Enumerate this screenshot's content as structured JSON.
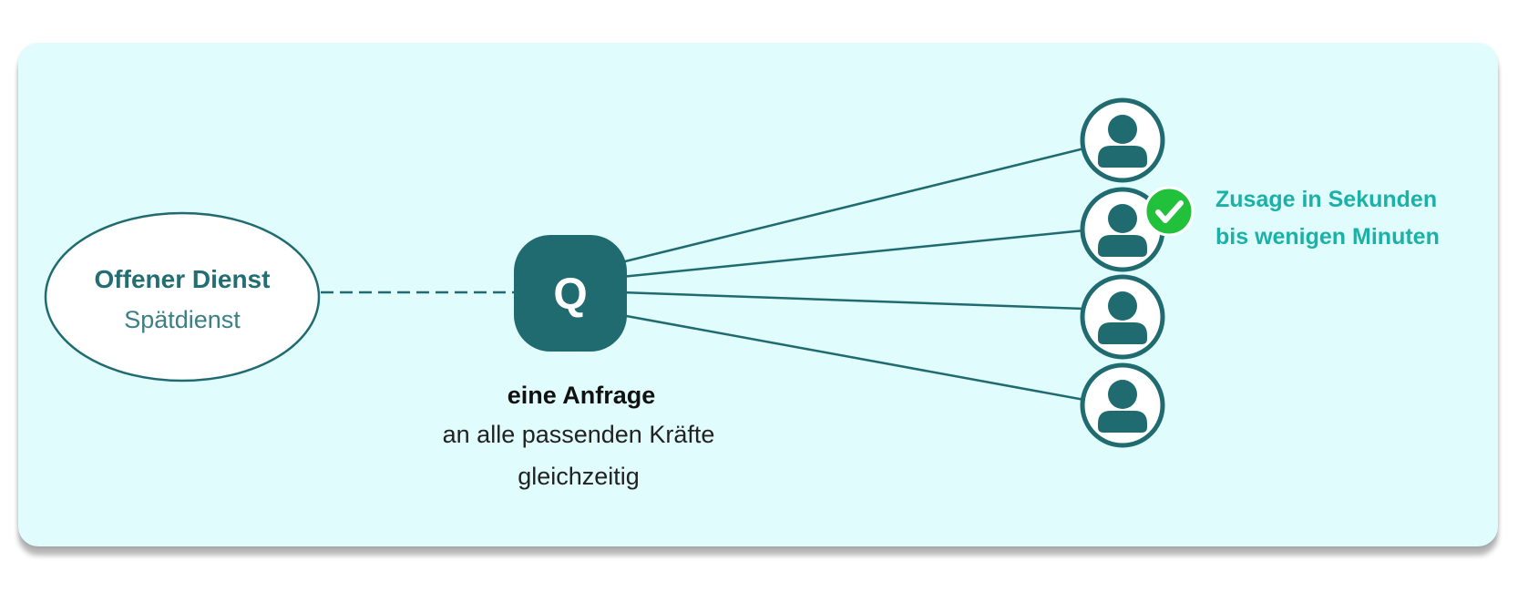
{
  "colors": {
    "card_background": "#e1fcfd",
    "primary": "#1f6b70",
    "accent_text": "#1cb1a6",
    "check": "#22c13c"
  },
  "shift": {
    "title": "Offener Dienst",
    "subtitle": "Spätdienst"
  },
  "request": {
    "icon_letter": "Q",
    "title": "eine Anfrage",
    "line1": "an alle passenden Kräfte",
    "line2": "gleichzeitig"
  },
  "staff": [
    {
      "icon": "person-icon",
      "accepted": false
    },
    {
      "icon": "person-icon",
      "accepted": true
    },
    {
      "icon": "person-icon",
      "accepted": false
    },
    {
      "icon": "person-icon",
      "accepted": false
    }
  ],
  "acceptance": {
    "line1": "Zusage in Sekunden",
    "line2": "bis wenigen Minuten"
  }
}
